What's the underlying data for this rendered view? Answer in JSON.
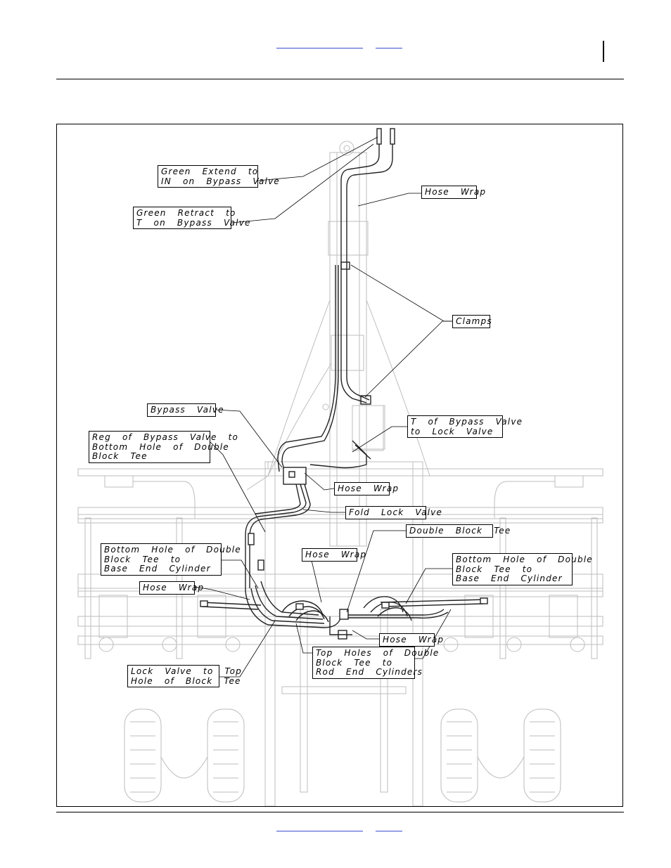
{
  "callouts": {
    "green_extend": "Green  Extend  to\nIN  on  Bypass  Valve",
    "green_retract": "Green  Retract  to\nT  on  Bypass  Valve",
    "hose_wrap_top": "Hose  Wrap",
    "clamps": "Clamps",
    "bypass_valve": "Bypass  Valve",
    "t_of_bypass": "T  of  Bypass  Valve\nto  Lock  Valve",
    "reg_of_bypass": "Reg  of  Bypass  Valve  to\nBottom  Hole  of  Double\nBlock  Tee",
    "hose_wrap_mid": "Hose  Wrap",
    "fold_lock_valve": "Fold  Lock  Valve",
    "double_block_tee": "Double  Block  Tee",
    "bottom_hole_left": "Bottom  Hole  of  Double\nBlock  Tee  to\nBase  End  Cylinder",
    "hose_wrap_center": "Hose  Wrap",
    "bottom_hole_right": "Bottom  Hole  of  Double\nBlock  Tee  to\nBase  End  Cylinder",
    "hose_wrap_left": "Hose  Wrap",
    "hose_wrap_lower": "Hose  Wrap",
    "top_holes": "Top  Holes  of  Double\nBlock  Tee  to\nRod  End  Cylinders",
    "lock_valve": "Lock  Valve  to  Top\nHole  of  Block  Tee"
  }
}
